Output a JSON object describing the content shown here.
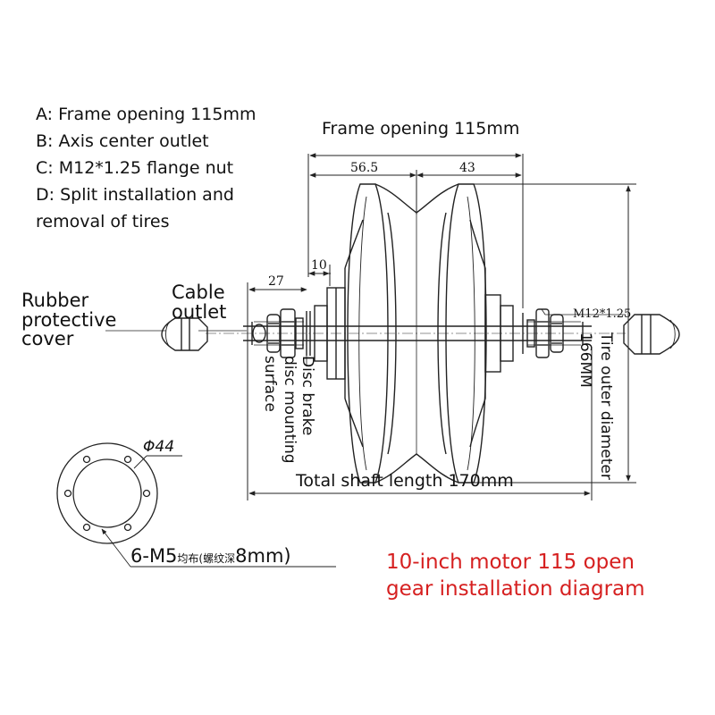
{
  "legend": {
    "a": "A: Frame opening 115mm",
    "b": "B: Axis center outlet",
    "c": "C: M12*1.25 flange nut",
    "d1": "D: Split installation and",
    "d2": "removal of tires"
  },
  "dimensions": {
    "frame_opening": "Frame opening 115mm",
    "d56": "56.5",
    "d43": "43",
    "d10": "10",
    "d27": "27",
    "thread": "M12*1.25",
    "tire_1": "Tire outer diameter",
    "tire_2": "166MM",
    "total_shaft": "Total shaft length 170mm"
  },
  "labels": {
    "rubber_1": "Rubber",
    "rubber_2": "protective",
    "rubber_3": "cover",
    "cable_1": "Cable",
    "cable_2": "outlet",
    "disc_1": "Disc brake",
    "disc_2": "disc mounting",
    "disc_3": "surface"
  },
  "flange": {
    "diameter": "Φ44",
    "holes_1": "6-M5",
    "holes_2": "均布(",
    "holes_3": "螺纹深",
    "holes_4": "8mm)"
  },
  "title": {
    "line1": "10-inch motor 115 open",
    "line2": "gear installation diagram"
  }
}
